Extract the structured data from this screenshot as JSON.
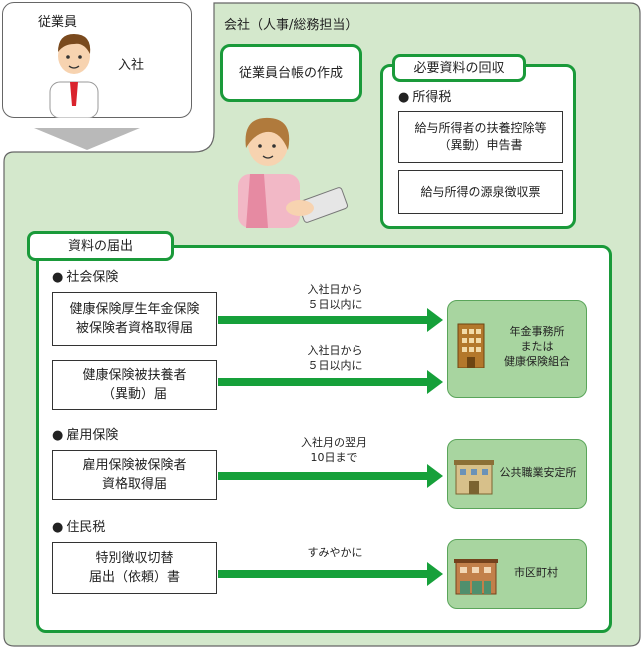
{
  "employee": {
    "label": "従業員",
    "action": "入社"
  },
  "company": {
    "label": "会社（人事/総務担当）"
  },
  "ledger": {
    "label": "従業員台帳の作成"
  },
  "collection": {
    "title": "必要資料の回収",
    "category": "所得税",
    "docs": [
      "給与所得者の扶養控除等\n（異動）申告書",
      "給与所得の源泉徴収票"
    ]
  },
  "submission": {
    "title": "資料の届出",
    "social": {
      "category": "社会保険",
      "rows": [
        {
          "doc": "健康保険厚生年金保険\n被保険者資格取得届",
          "deadline": "入社日から\n５日以内に"
        },
        {
          "doc": "健康保険被扶養者\n（異動）届",
          "deadline": "入社日から\n５日以内に"
        }
      ],
      "office": "年金事務所\nまたは\n健康保険組合"
    },
    "employment": {
      "category": "雇用保険",
      "doc": "雇用保険被保険者\n資格取得届",
      "deadline": "入社月の翌月\n10日まで",
      "office": "公共職業安定所"
    },
    "resident": {
      "category": "住民税",
      "doc": "特別徴収切替\n届出（依頼）書",
      "deadline": "すみやかに",
      "office": "市区町村"
    }
  },
  "colors": {
    "green": "#1a9a3a",
    "light_green": "#d4e8cc",
    "office_fill": "#a8d5a0"
  }
}
